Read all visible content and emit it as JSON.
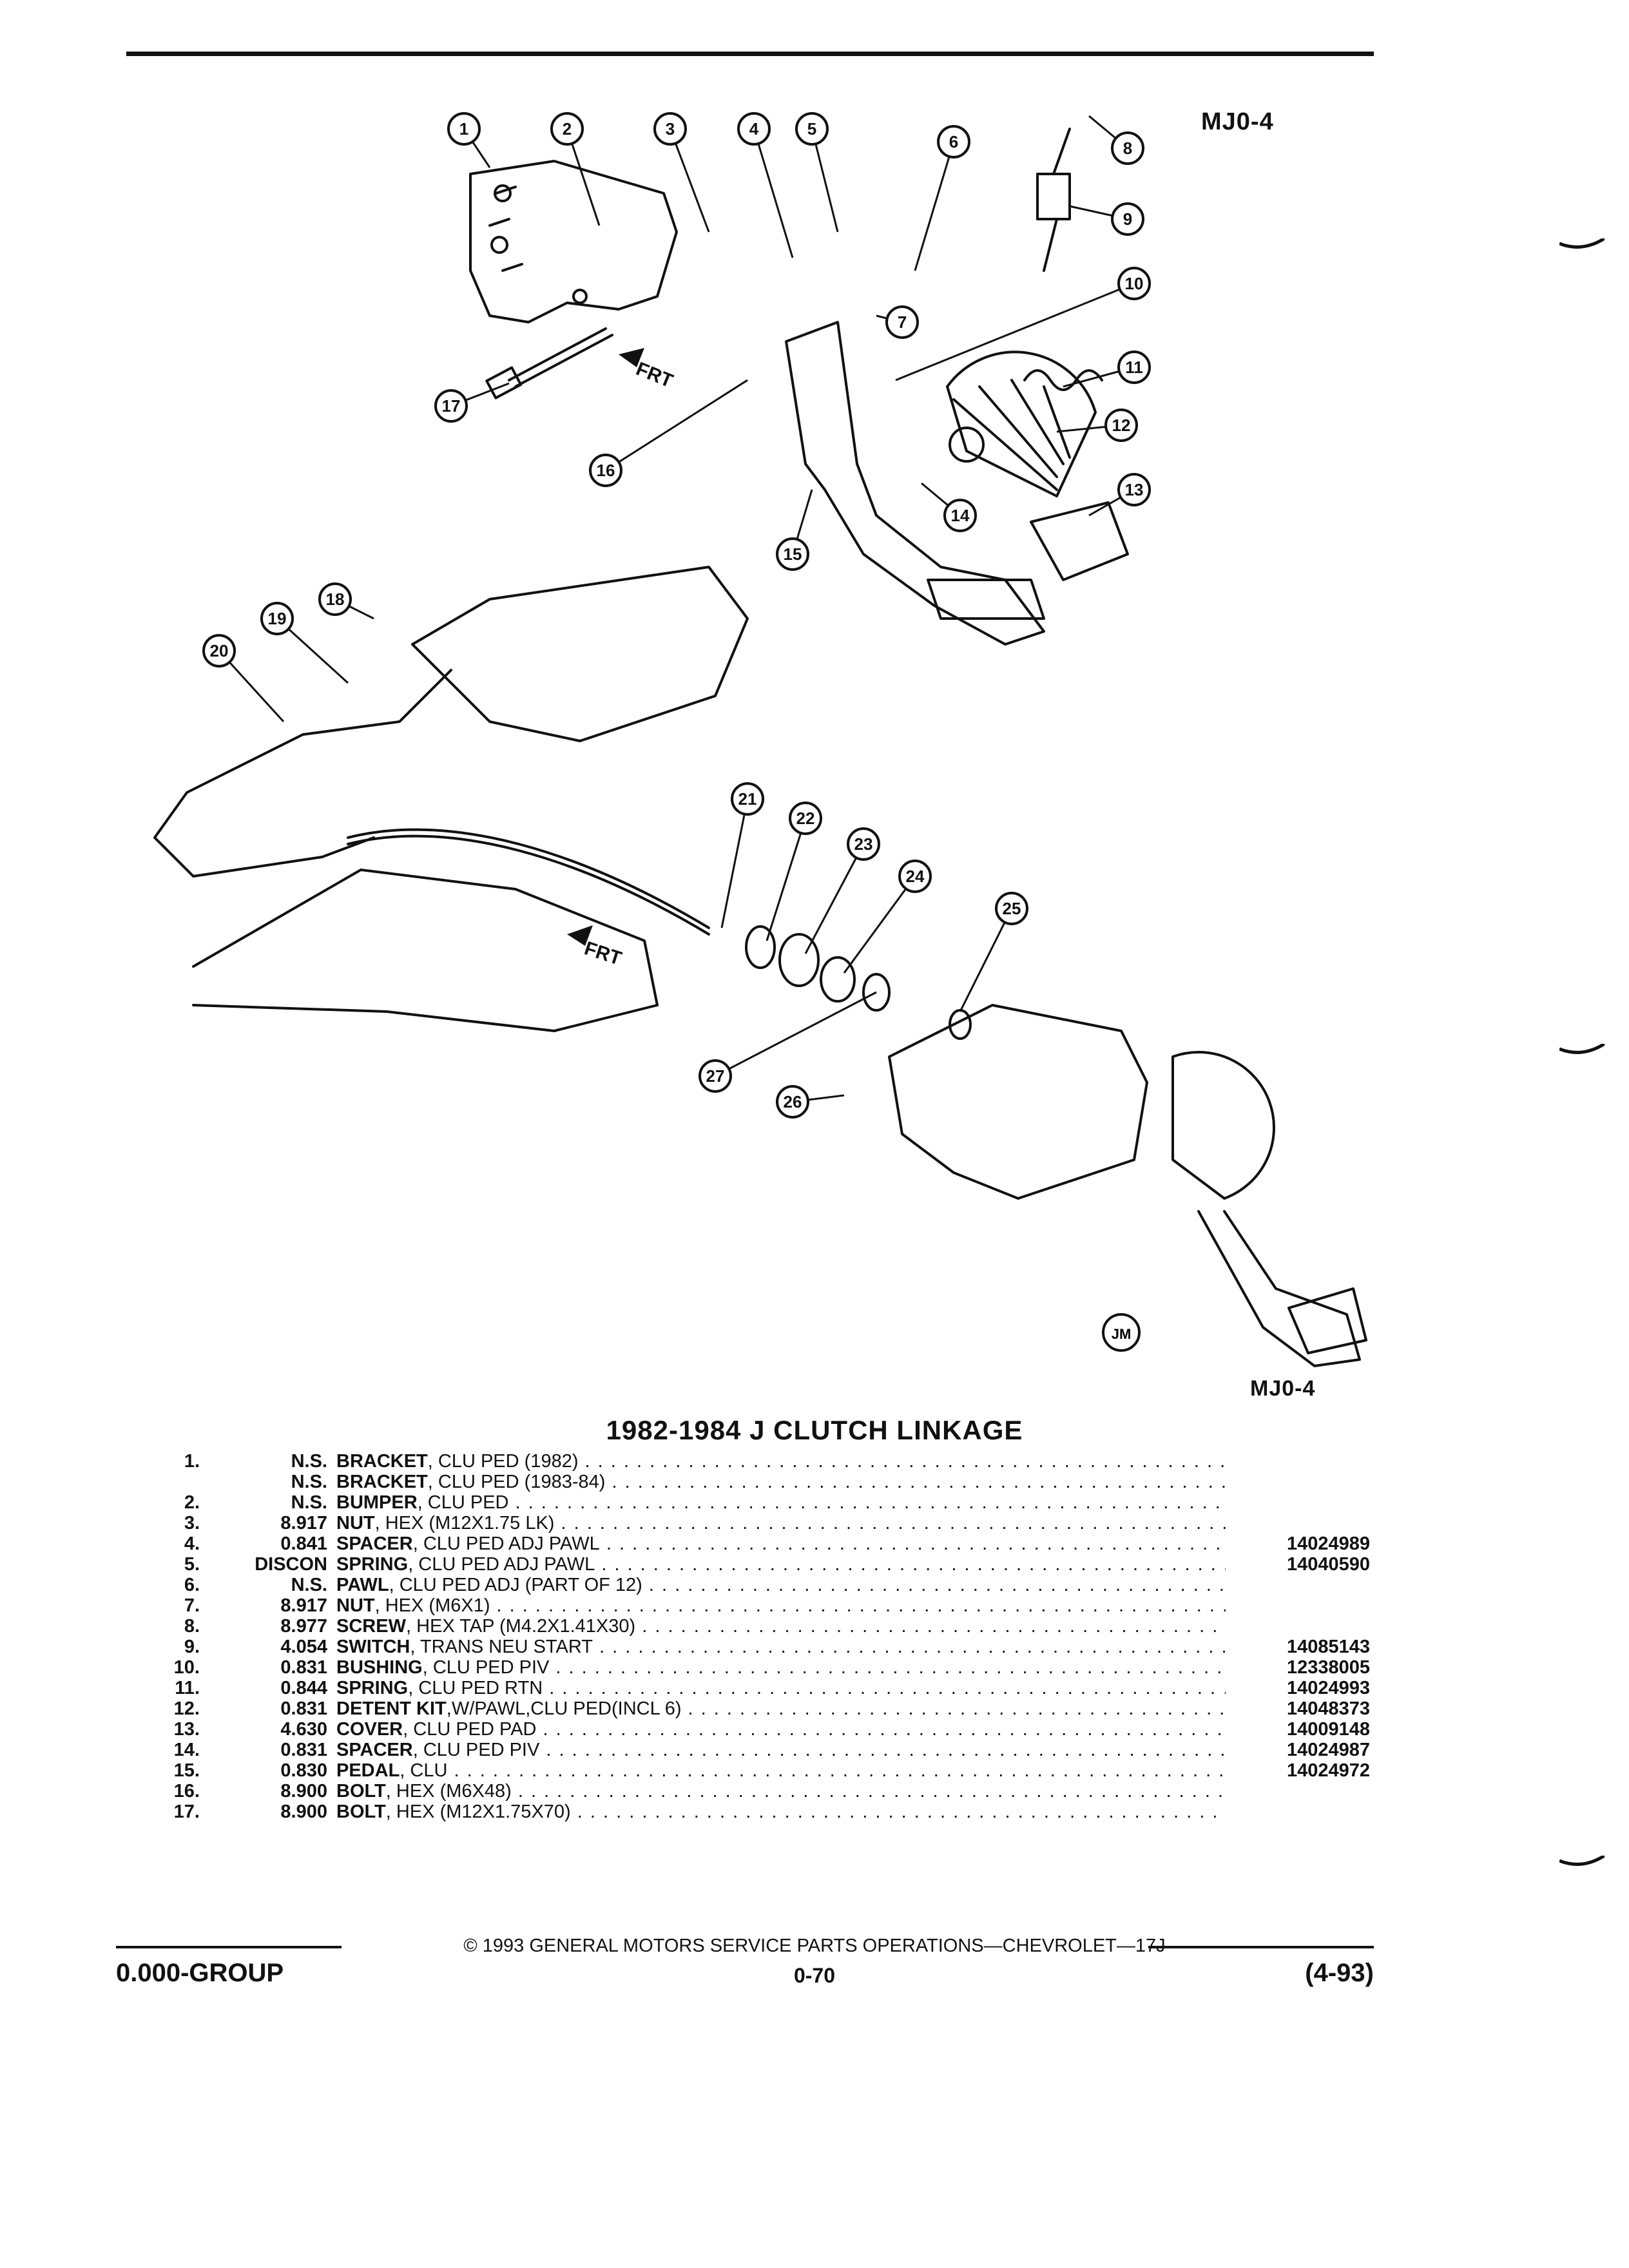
{
  "diagram": {
    "code_top": "MJ0-4",
    "code_bottom": "MJ0-4",
    "frt_label": "FRT",
    "jm_label": "JM",
    "callouts": [
      "1",
      "2",
      "3",
      "4",
      "5",
      "6",
      "7",
      "8",
      "9",
      "10",
      "11",
      "12",
      "13",
      "14",
      "15",
      "16",
      "17",
      "18",
      "19",
      "20",
      "21",
      "22",
      "23",
      "24",
      "25",
      "26",
      "27"
    ]
  },
  "title": "1982-1984 J CLUTCH LINKAGE",
  "parts": [
    {
      "index": "1.",
      "code": "N.S.",
      "name": "BRACKET",
      "detail": ", CLU PED (1982)",
      "part_no": ""
    },
    {
      "index": "",
      "code": "N.S.",
      "name": "BRACKET",
      "detail": ", CLU PED (1983-84)",
      "part_no": ""
    },
    {
      "index": "2.",
      "code": "N.S.",
      "name": "BUMPER",
      "detail": ", CLU PED",
      "part_no": ""
    },
    {
      "index": "3.",
      "code": "8.917",
      "name": "NUT",
      "detail": ", HEX (M12X1.75 LK)",
      "part_no": ""
    },
    {
      "index": "4.",
      "code": "0.841",
      "name": "SPACER",
      "detail": ", CLU PED ADJ PAWL",
      "part_no": "14024989"
    },
    {
      "index": "5.",
      "code": "DISCON",
      "name": "SPRING",
      "detail": ", CLU PED ADJ PAWL",
      "part_no": "14040590"
    },
    {
      "index": "6.",
      "code": "N.S.",
      "name": "PAWL",
      "detail": ", CLU PED ADJ (PART OF 12)",
      "part_no": ""
    },
    {
      "index": "7.",
      "code": "8.917",
      "name": "NUT",
      "detail": ", HEX (M6X1)",
      "part_no": ""
    },
    {
      "index": "8.",
      "code": "8.977",
      "name": "SCREW",
      "detail": ", HEX TAP (M4.2X1.41X30)",
      "part_no": ""
    },
    {
      "index": "9.",
      "code": "4.054",
      "name": "SWITCH",
      "detail": ", TRANS NEU START",
      "part_no": "14085143"
    },
    {
      "index": "10.",
      "code": "0.831",
      "name": "BUSHING",
      "detail": ", CLU PED PIV",
      "part_no": "12338005"
    },
    {
      "index": "11.",
      "code": "0.844",
      "name": "SPRING",
      "detail": ", CLU PED RTN",
      "part_no": "14024993"
    },
    {
      "index": "12.",
      "code": "0.831",
      "name": "DETENT KIT",
      "detail": ",W/PAWL,CLU PED(INCL 6)",
      "part_no": "14048373"
    },
    {
      "index": "13.",
      "code": "4.630",
      "name": "COVER",
      "detail": ", CLU PED PAD",
      "part_no": "14009148"
    },
    {
      "index": "14.",
      "code": "0.831",
      "name": "SPACER",
      "detail": ", CLU PED PIV",
      "part_no": "14024987"
    },
    {
      "index": "15.",
      "code": "0.830",
      "name": "PEDAL",
      "detail": ", CLU",
      "part_no": "14024972"
    },
    {
      "index": "16.",
      "code": "8.900",
      "name": "BOLT",
      "detail": ", HEX (M6X48)",
      "part_no": ""
    },
    {
      "index": "17.",
      "code": "8.900",
      "name": "BOLT",
      "detail": ", HEX (M12X1.75X70)",
      "part_no": ""
    }
  ],
  "footer": {
    "copyright": "© 1993 GENERAL MOTORS SERVICE PARTS OPERATIONS—CHEVROLET—17J",
    "group": "0.000-GROUP",
    "page": "0-70",
    "date": "(4-93)"
  }
}
